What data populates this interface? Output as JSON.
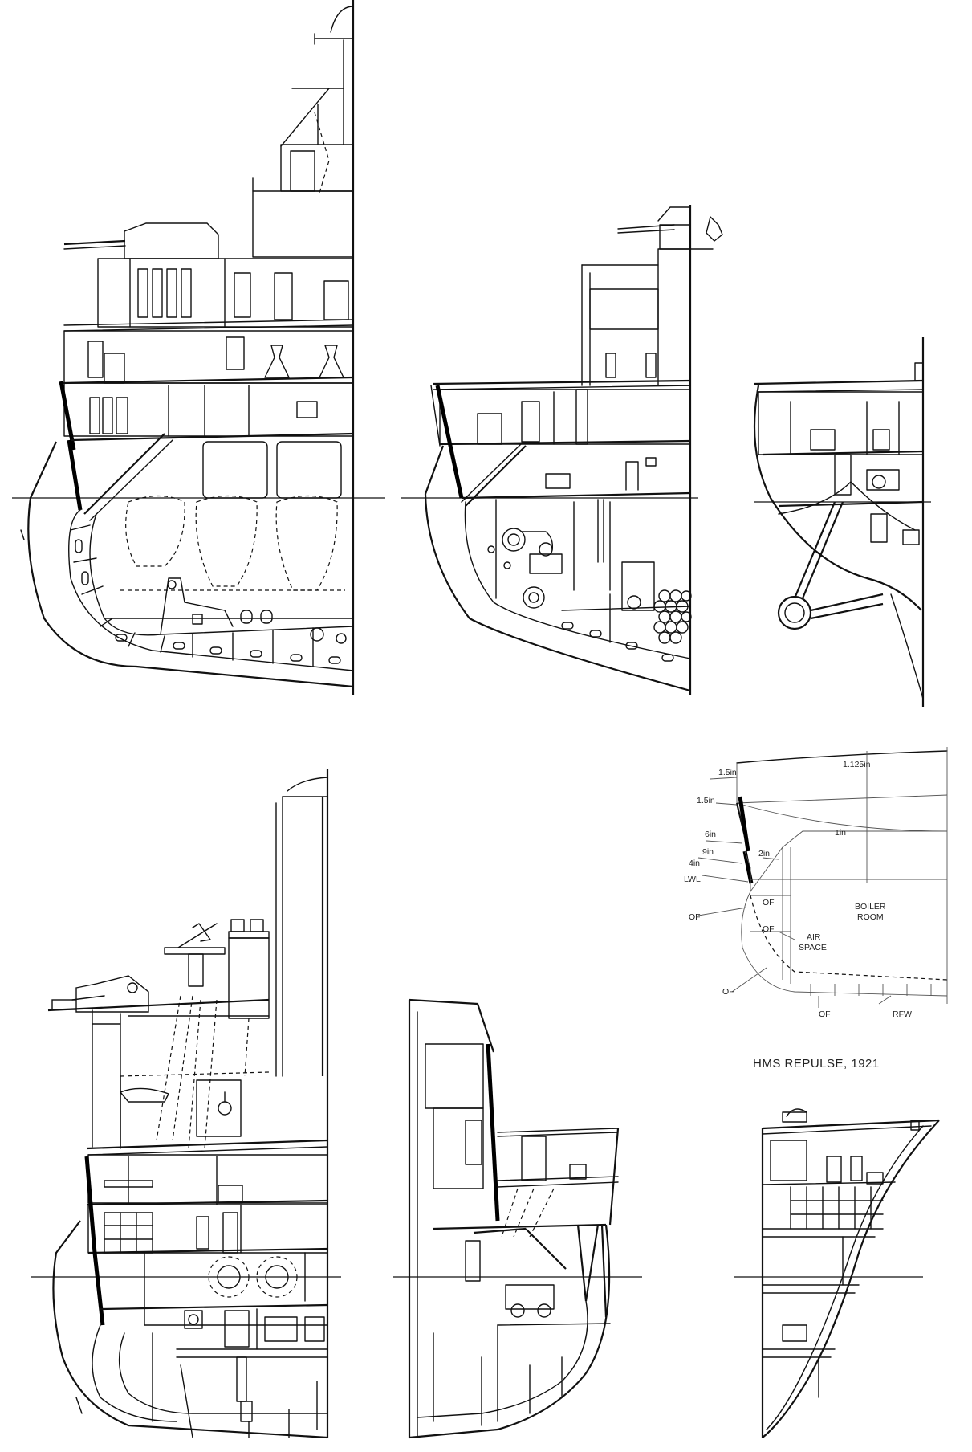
{
  "caption": "HMS REPULSE, 1921",
  "armour_labels": {
    "belt_upper_1": "1.5in",
    "deck_aft": "1.125in",
    "belt_upper_2": "1.5in",
    "belt_main": "6in",
    "deck_main": "1in",
    "belt_9": "9in",
    "belt_4": "4in",
    "slope": "2in",
    "lwl": "LWL",
    "of_1": "OF",
    "of_2": "OF",
    "of_3": "OF",
    "of_4": "OF",
    "of_5": "OF",
    "boiler_1": "BOILER",
    "boiler_2": "ROOM",
    "air_1": "AIR",
    "air_2": "SPACE",
    "rfw": "RFW"
  }
}
